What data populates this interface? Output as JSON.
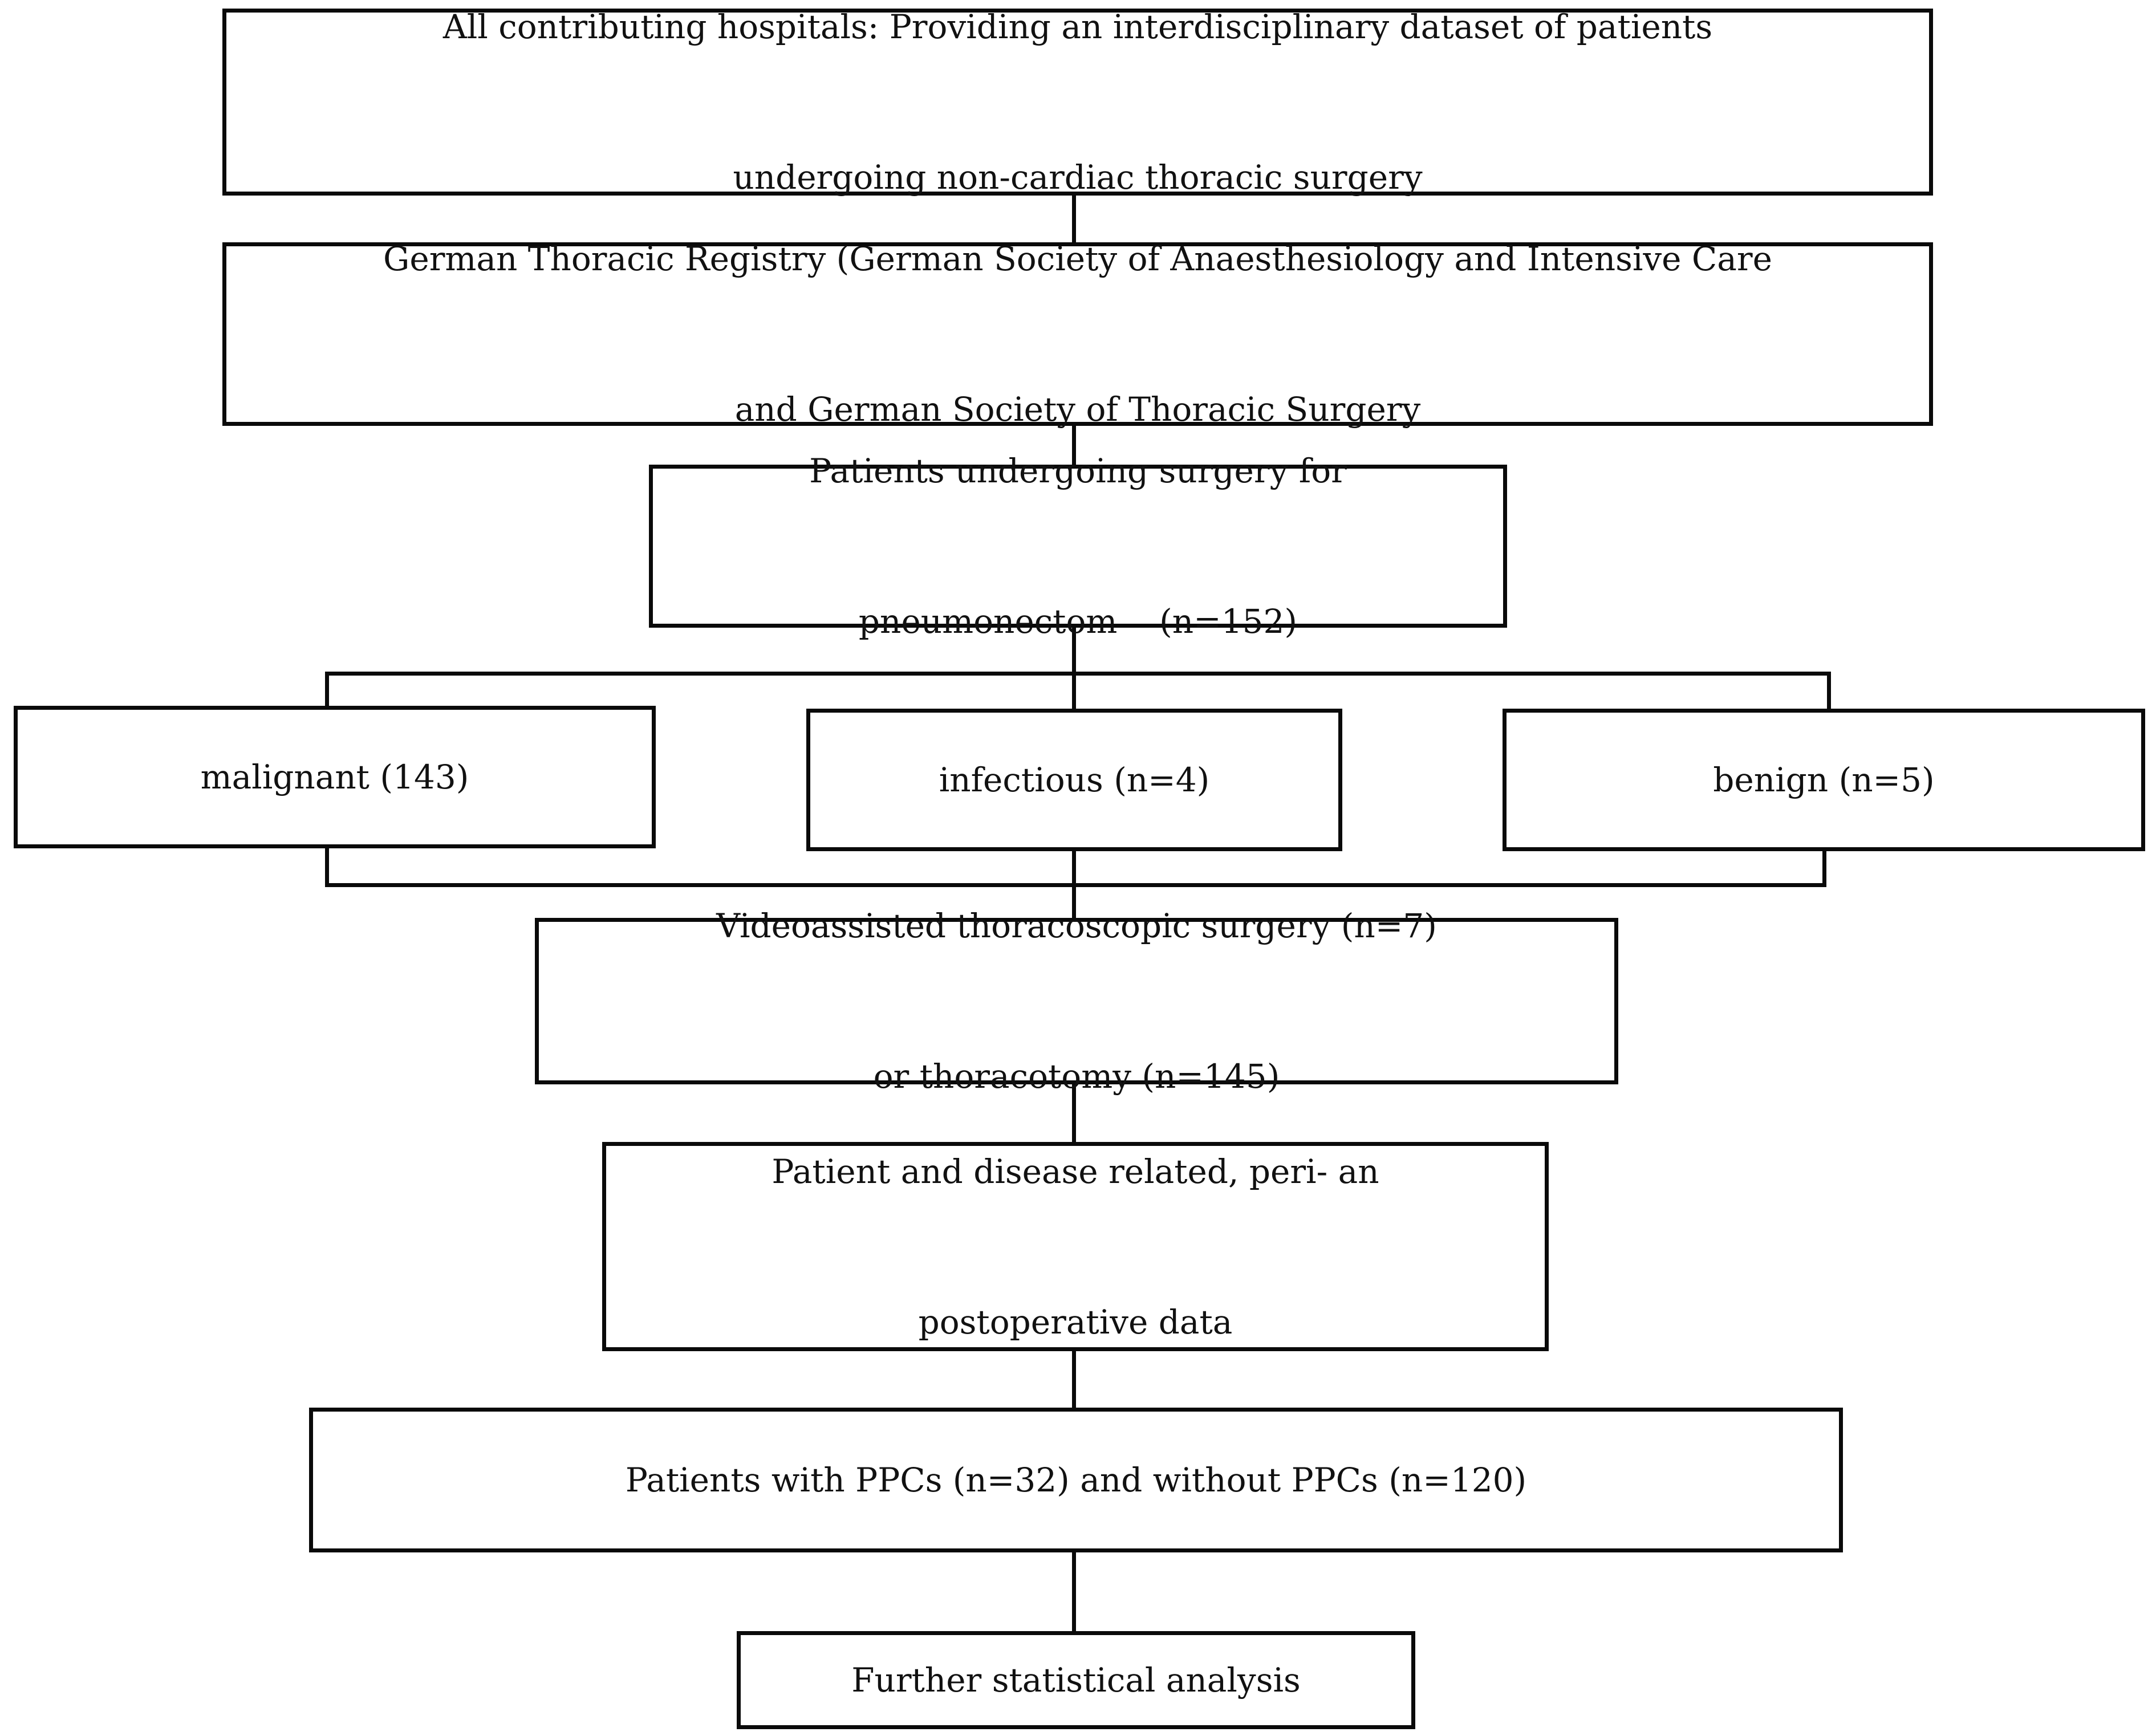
{
  "boxes": {
    "hospitals": {
      "line1": "All contributing hospitals: Providing an interdisciplinary dataset of patients",
      "line2": "undergoing non-cardiac thoracic surgery"
    },
    "registry": {
      "line1": "German Thoracic Registry (German Society of Anaesthesiology and Intensive Care",
      "line2": "and German Society of Thoracic Surgery"
    },
    "pneumonectomy": {
      "line1": "Patients undergoing surgery for",
      "line2": "pneumonectom    (n=152)"
    },
    "malignant": {
      "label": "malignant (143)"
    },
    "infectious": {
      "label": "infectious (n=4)"
    },
    "benign": {
      "label": "benign (n=5)"
    },
    "approach": {
      "line1": "Videoassisted thoracoscopic surgery (n=7)",
      "line2": "or thoracotomy (n=145)"
    },
    "data_collection": {
      "line1": "Patient and disease related, peri- an",
      "line2": "postoperative data"
    },
    "ppcs": {
      "label": "Patients with PPCs (n=32) and without PPCs (n=120)"
    },
    "analysis": {
      "label": "Further statistical analysis"
    }
  }
}
